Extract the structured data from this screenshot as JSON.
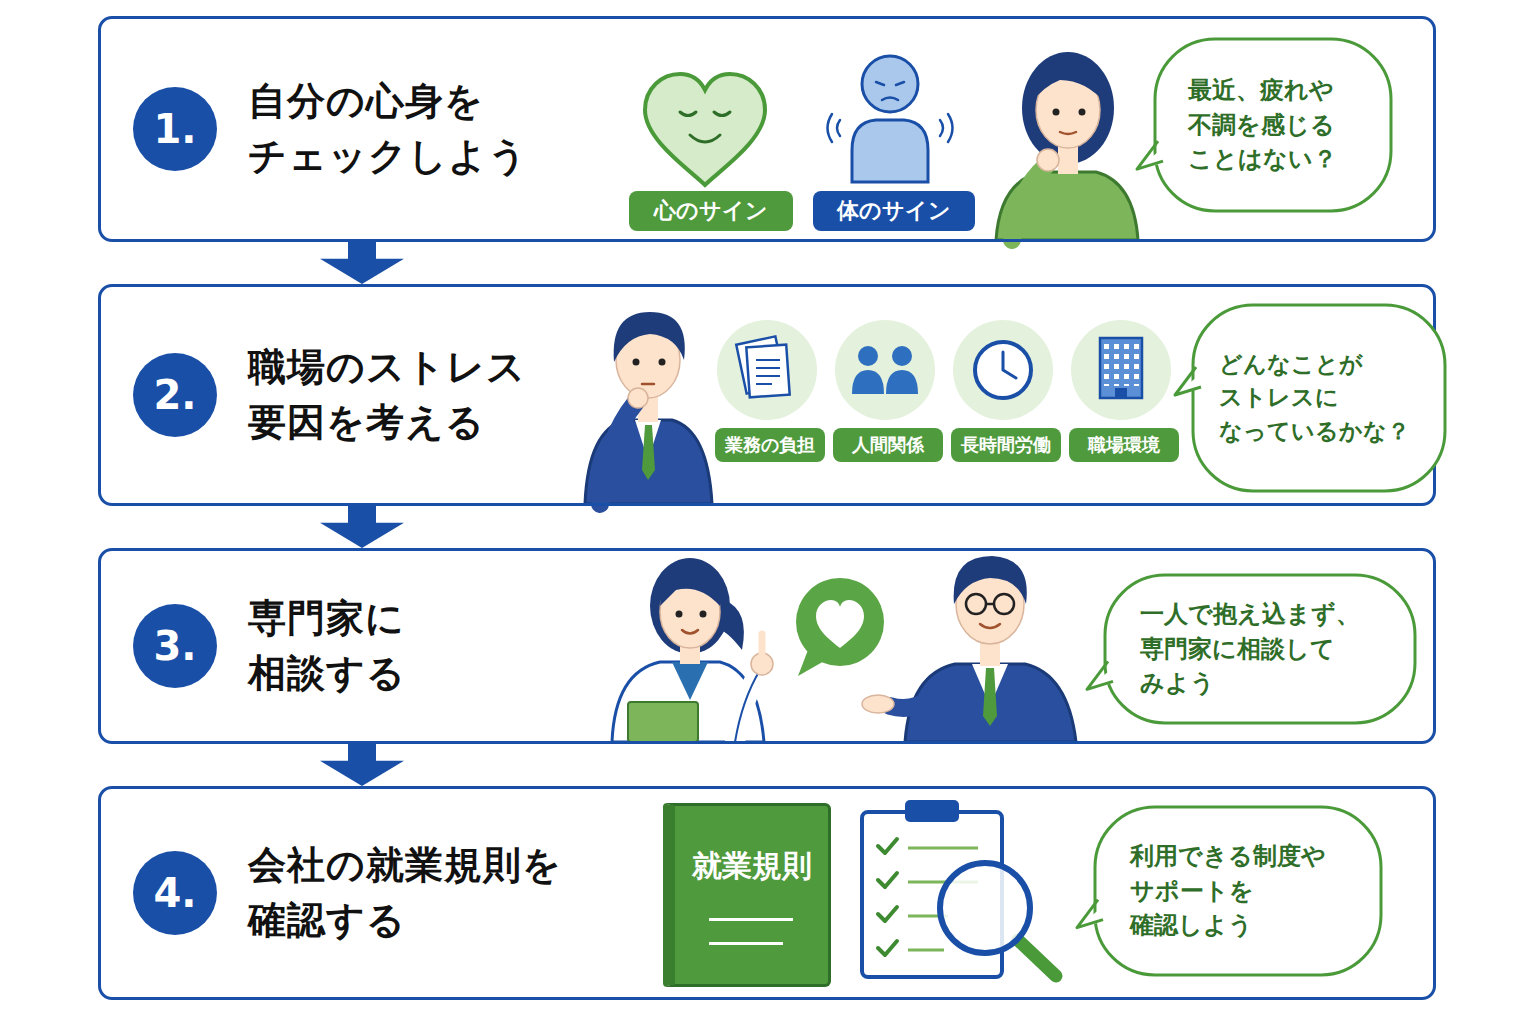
{
  "diagram": {
    "nodes": [
      {
        "text": [
          "自分の心身を チェックしよう"
        ]
      },
      {
        "text": [
          "1."
        ],
        "in": 0
      },
      {
        "text": [
          "心のサイン"
        ],
        "in": 0
      },
      {
        "text": [
          "体のサイン"
        ],
        "in": 0
      },
      {
        "text": [
          "最近、疲れや 不調を感じる ことはない？"
        ],
        "in": 0
      },
      {
        "text": [
          "職場のストレス 要因を考える"
        ]
      },
      {
        "text": [
          "2."
        ],
        "in": 5
      },
      {
        "text": [
          "業務の負担"
        ],
        "in": 5
      },
      {
        "text": [
          "人間関係"
        ],
        "in": 5
      },
      {
        "text": [
          "長時間労働"
        ],
        "in": 5
      },
      {
        "text": [
          "職場環境"
        ],
        "in": 5
      },
      {
        "text": [
          "どんなことが ストレスに なっているかな？"
        ],
        "in": 5
      },
      {
        "text": [
          "専門家に 相談する"
        ]
      },
      {
        "text": [
          "3."
        ],
        "in": 12
      },
      {
        "text": [
          "一人で抱え込まず、 専門家に相談して みよう"
        ],
        "in": 12
      },
      {
        "text": [
          "会社の就業規則を 確認する"
        ]
      },
      {
        "text": [
          "4."
        ],
        "in": 15
      },
      {
        "text": [
          "就業規則"
        ],
        "in": 15
      },
      {
        "text": [
          "利用できる制度や サポートを 確認しよう"
        ],
        "in": 15
      }
    ],
    "edges": [
      {
        "from": 0,
        "to": 5,
        "arrow": "to"
      },
      {
        "from": 5,
        "to": 12,
        "arrow": "to"
      },
      {
        "from": 12,
        "to": 15,
        "arrow": "to"
      }
    ]
  }
}
